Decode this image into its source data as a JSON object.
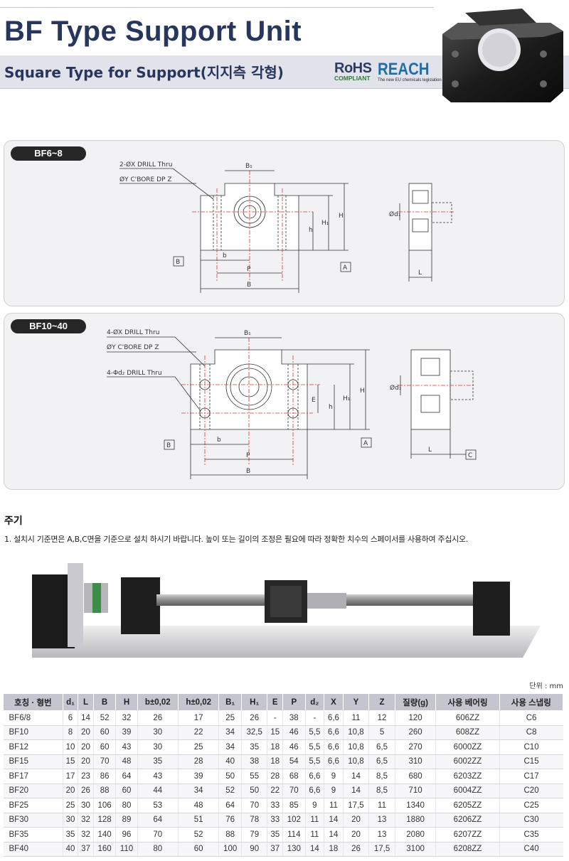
{
  "header": {
    "title": "BF Type Support Unit",
    "subtitle": "Square Type for Support(지지측 각형)",
    "rohs_main": "RoHS",
    "rohs_sub": "COMPLIANT",
    "reach_main": "REACH",
    "reach_sub": "The new EU chemicals legislation"
  },
  "drawing1": {
    "badge": "BF6~8",
    "callout_drill": "2-ØX DRILL Thru",
    "callout_cbore": "ØY C'BORE DP Z",
    "dim_B1": "B₁",
    "dim_b": "b",
    "dim_P": "P",
    "dim_B": "B",
    "dim_h": "h",
    "dim_H1": "H₁",
    "dim_H": "H",
    "dim_d1": "Ød₁",
    "dim_L": "L",
    "ref_A": "A",
    "ref_B": "B"
  },
  "drawing2": {
    "badge": "BF10~40",
    "callout_drill": "4-ØX DRILL Thru",
    "callout_cbore": "ØY C'BORE DP Z",
    "callout_drill2": "4-Φd₂ DRILL Thru",
    "dim_B1": "B₁",
    "dim_b": "b",
    "dim_P": "P",
    "dim_B": "B",
    "dim_E": "E",
    "dim_h": "h",
    "dim_H1": "H₁",
    "dim_H": "H",
    "dim_d1": "Ød₁",
    "dim_L": "L",
    "ref_A": "A",
    "ref_B": "B",
    "ref_C": "C"
  },
  "notes": {
    "title": "주기",
    "line1": "1. 설치시 기준면은 A,B,C면을 기준으로 설치 하시기 바랍니다. 높이 또는 길이의 조정은 필요에 따라 정확한 치수의 스페이서를 사용하여 주십시오."
  },
  "table": {
    "unit": "단위 : mm",
    "headers": [
      "호칭 · 형번",
      "d₁",
      "L",
      "B",
      "H",
      "b±0,02",
      "h±0,02",
      "B₁",
      "H₁",
      "E",
      "P",
      "d₂",
      "X",
      "Y",
      "Z",
      "질량(g)",
      "사용 베어링",
      "사용 스냅링"
    ],
    "rows": [
      [
        "BF6/8",
        "6",
        "14",
        "52",
        "32",
        "26",
        "17",
        "25",
        "26",
        "-",
        "38",
        "-",
        "6,6",
        "11",
        "12",
        "120",
        "606ZZ",
        "C6"
      ],
      [
        "BF10",
        "8",
        "20",
        "60",
        "39",
        "30",
        "22",
        "34",
        "32,5",
        "15",
        "46",
        "5,5",
        "6,6",
        "10,8",
        "5",
        "260",
        "608ZZ",
        "C8"
      ],
      [
        "BF12",
        "10",
        "20",
        "60",
        "43",
        "30",
        "25",
        "34",
        "35",
        "18",
        "46",
        "5,5",
        "6,6",
        "10,8",
        "6,5",
        "270",
        "6000ZZ",
        "C10"
      ],
      [
        "BF15",
        "15",
        "20",
        "70",
        "48",
        "35",
        "28",
        "40",
        "38",
        "18",
        "54",
        "5,5",
        "6,6",
        "10,8",
        "6,5",
        "310",
        "6002ZZ",
        "C15"
      ],
      [
        "BF17",
        "17",
        "23",
        "86",
        "64",
        "43",
        "39",
        "50",
        "55",
        "28",
        "68",
        "6,6",
        "9",
        "14",
        "8,5",
        "680",
        "6203ZZ",
        "C17"
      ],
      [
        "BF20",
        "20",
        "26",
        "88",
        "60",
        "44",
        "34",
        "52",
        "50",
        "22",
        "70",
        "6,6",
        "9",
        "14",
        "8,5",
        "710",
        "6004ZZ",
        "C20"
      ],
      [
        "BF25",
        "25",
        "30",
        "106",
        "80",
        "53",
        "48",
        "64",
        "70",
        "33",
        "85",
        "9",
        "11",
        "17,5",
        "11",
        "1340",
        "6205ZZ",
        "C25"
      ],
      [
        "BF30",
        "30",
        "32",
        "128",
        "89",
        "64",
        "51",
        "76",
        "78",
        "33",
        "102",
        "11",
        "14",
        "20",
        "13",
        "1880",
        "6206ZZ",
        "C30"
      ],
      [
        "BF35",
        "35",
        "32",
        "140",
        "96",
        "70",
        "52",
        "88",
        "79",
        "35",
        "114",
        "11",
        "14",
        "20",
        "13",
        "2080",
        "6207ZZ",
        "C35"
      ],
      [
        "BF40",
        "40",
        "37",
        "160",
        "110",
        "80",
        "60",
        "100",
        "90",
        "37",
        "130",
        "14",
        "18",
        "26",
        "17,5",
        "3100",
        "6208ZZ",
        "C40"
      ]
    ]
  }
}
